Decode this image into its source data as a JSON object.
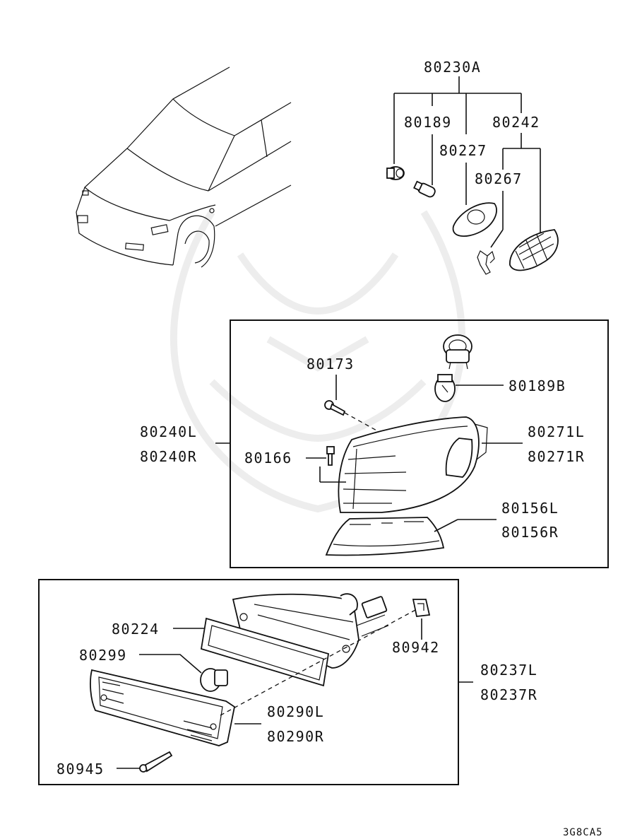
{
  "labels": {
    "p80230A": "80230A",
    "p80189": "80189",
    "p80242": "80242",
    "p80227": "80227",
    "p80267": "80267",
    "p80173": "80173",
    "p80189B": "80189B",
    "p80240L": "80240L",
    "p80240R": "80240R",
    "p80271L": "80271L",
    "p80271R": "80271R",
    "p80166": "80166",
    "p80156L": "80156L",
    "p80156R": "80156R",
    "p80224": "80224",
    "p80299": "80299",
    "p80942": "80942",
    "p80237L": "80237L",
    "p80237R": "80237R",
    "p80290L": "80290L",
    "p80290R": "80290R",
    "p80945": "80945"
  },
  "diagram_code": "3G8CA5"
}
